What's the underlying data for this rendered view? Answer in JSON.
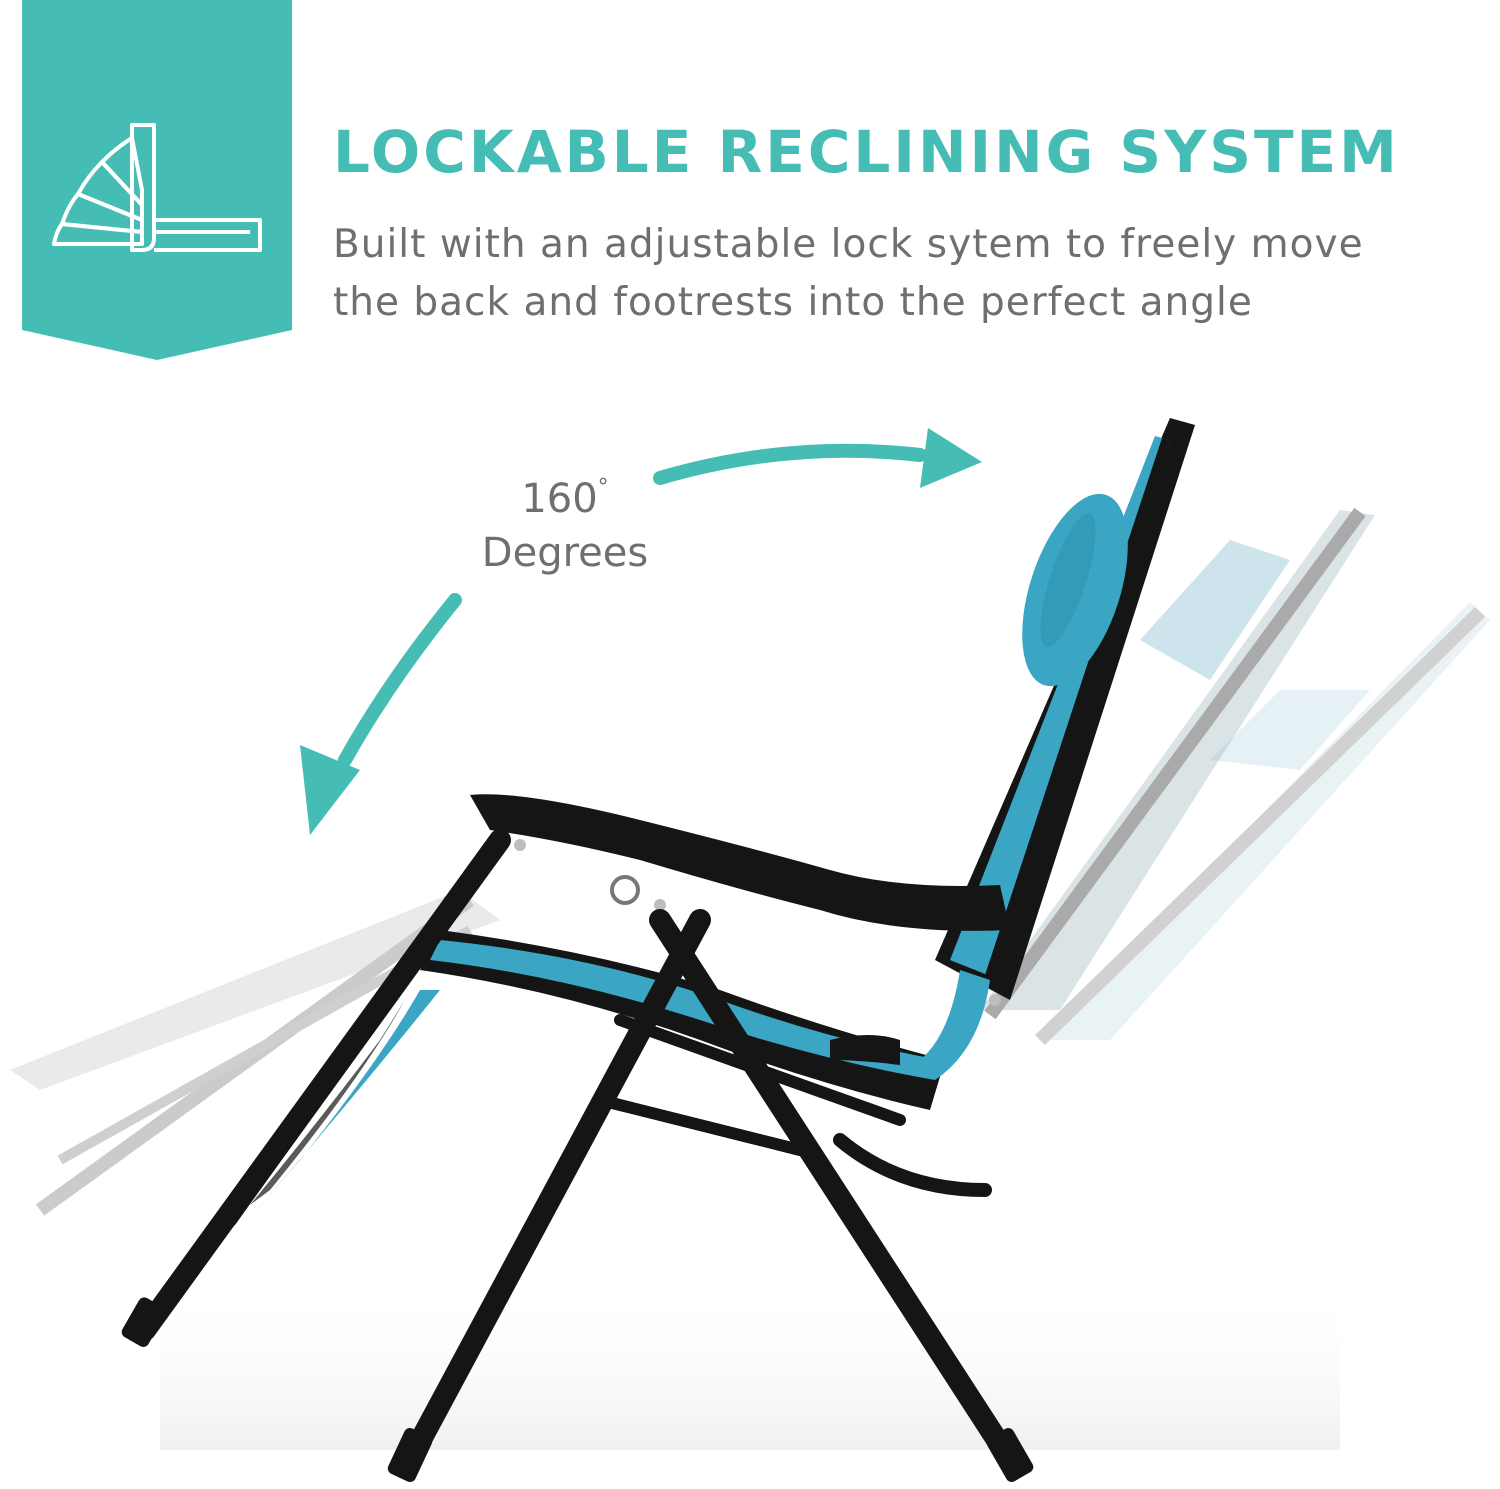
{
  "header": {
    "title": "LOCKABLE RECLINING SYSTEM",
    "description_line1": "Built with an adjustable lock sytem to freely move",
    "description_line2": "the back and footrests into the perfect angle"
  },
  "angle": {
    "value": "160",
    "unit": "°",
    "label": "Degrees"
  },
  "colors": {
    "accent": "#45bdb5",
    "text_gray": "#6f6f6f",
    "fabric_blue": "#3aa6c4",
    "frame_black": "#151515"
  },
  "icons": {
    "badge": "recline-icon"
  }
}
